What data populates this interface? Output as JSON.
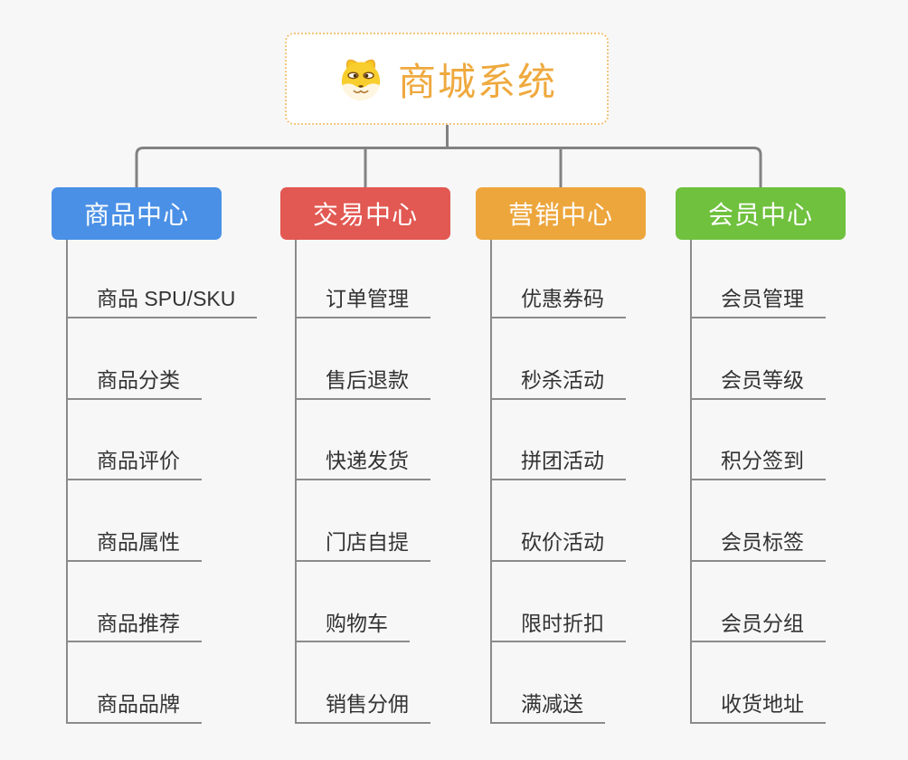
{
  "canvas": {
    "background": "#f7f7f7",
    "connector_color": "#828282",
    "line_color": "#8b8b8b"
  },
  "root": {
    "title": "商城系统",
    "icon": "dog-face-icon",
    "text_color": "#efa93e",
    "border_color": "#f2c57d"
  },
  "branches": [
    {
      "label": "商品中心",
      "color": "#4a90e6",
      "items": [
        "商品 SPU/SKU",
        "商品分类",
        "商品评价",
        "商品属性",
        "商品推荐",
        "商品品牌"
      ]
    },
    {
      "label": "交易中心",
      "color": "#e25852",
      "items": [
        "订单管理",
        "售后退款",
        "快递发货",
        "门店自提",
        "购物车",
        "销售分佣"
      ]
    },
    {
      "label": "营销中心",
      "color": "#eda63c",
      "items": [
        "优惠券码",
        "秒杀活动",
        "拼团活动",
        "砍价活动",
        "限时折扣",
        "满减送"
      ]
    },
    {
      "label": "会员中心",
      "color": "#6fc13e",
      "items": [
        "会员管理",
        "会员等级",
        "积分签到",
        "会员标签",
        "会员分组",
        "收货地址"
      ]
    }
  ]
}
